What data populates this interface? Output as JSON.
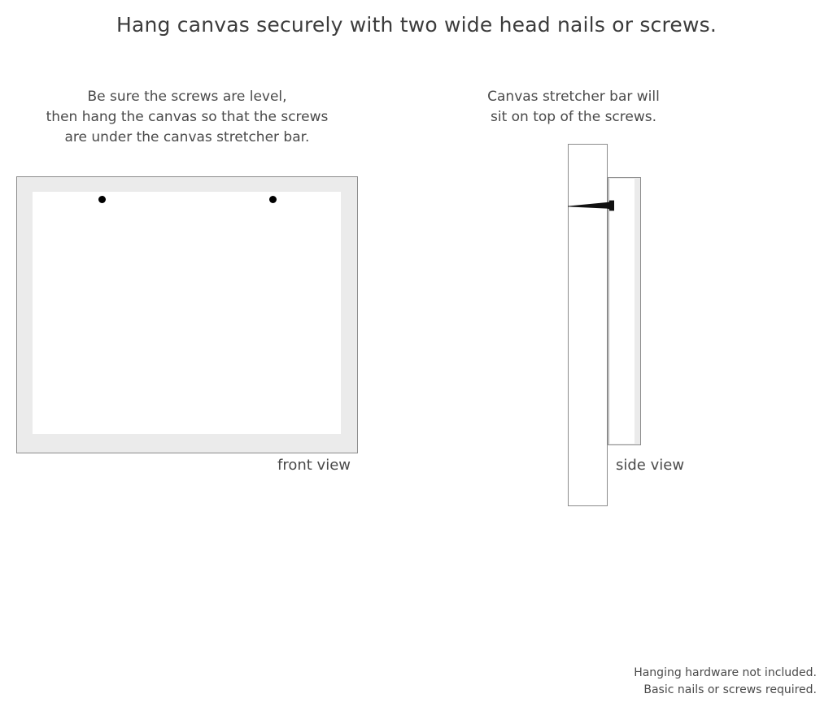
{
  "title": "Hang canvas securely with two wide head nails or screws.",
  "captions": {
    "left": {
      "lines": [
        "Be sure the screws are level,",
        "then hang the canvas so that the screws",
        "are under the canvas stretcher bar."
      ]
    },
    "right": {
      "lines": [
        "Canvas stretcher bar will",
        "sit on top of the screws."
      ]
    }
  },
  "labels": {
    "front_view": "front view",
    "side_view": "side view"
  },
  "footnote": {
    "lines": [
      "Hanging hardware not included.",
      "Basic nails or screws required."
    ]
  },
  "colors": {
    "background": "#ffffff",
    "text": "#4a4a4a",
    "title_text": "#3c3c3c",
    "frame_fill": "#ebebeb",
    "frame_stroke": "#8c8c8c",
    "canvas_fill": "#ffffff",
    "screw_dot": "#000000",
    "nail": "#1a1a1a"
  },
  "diagram": {
    "front": {
      "screw_count": 2,
      "screw_positions": [
        "left",
        "right"
      ]
    },
    "side": {
      "parts": [
        "wall",
        "canvas-stretcher-bar",
        "nail"
      ]
    }
  }
}
